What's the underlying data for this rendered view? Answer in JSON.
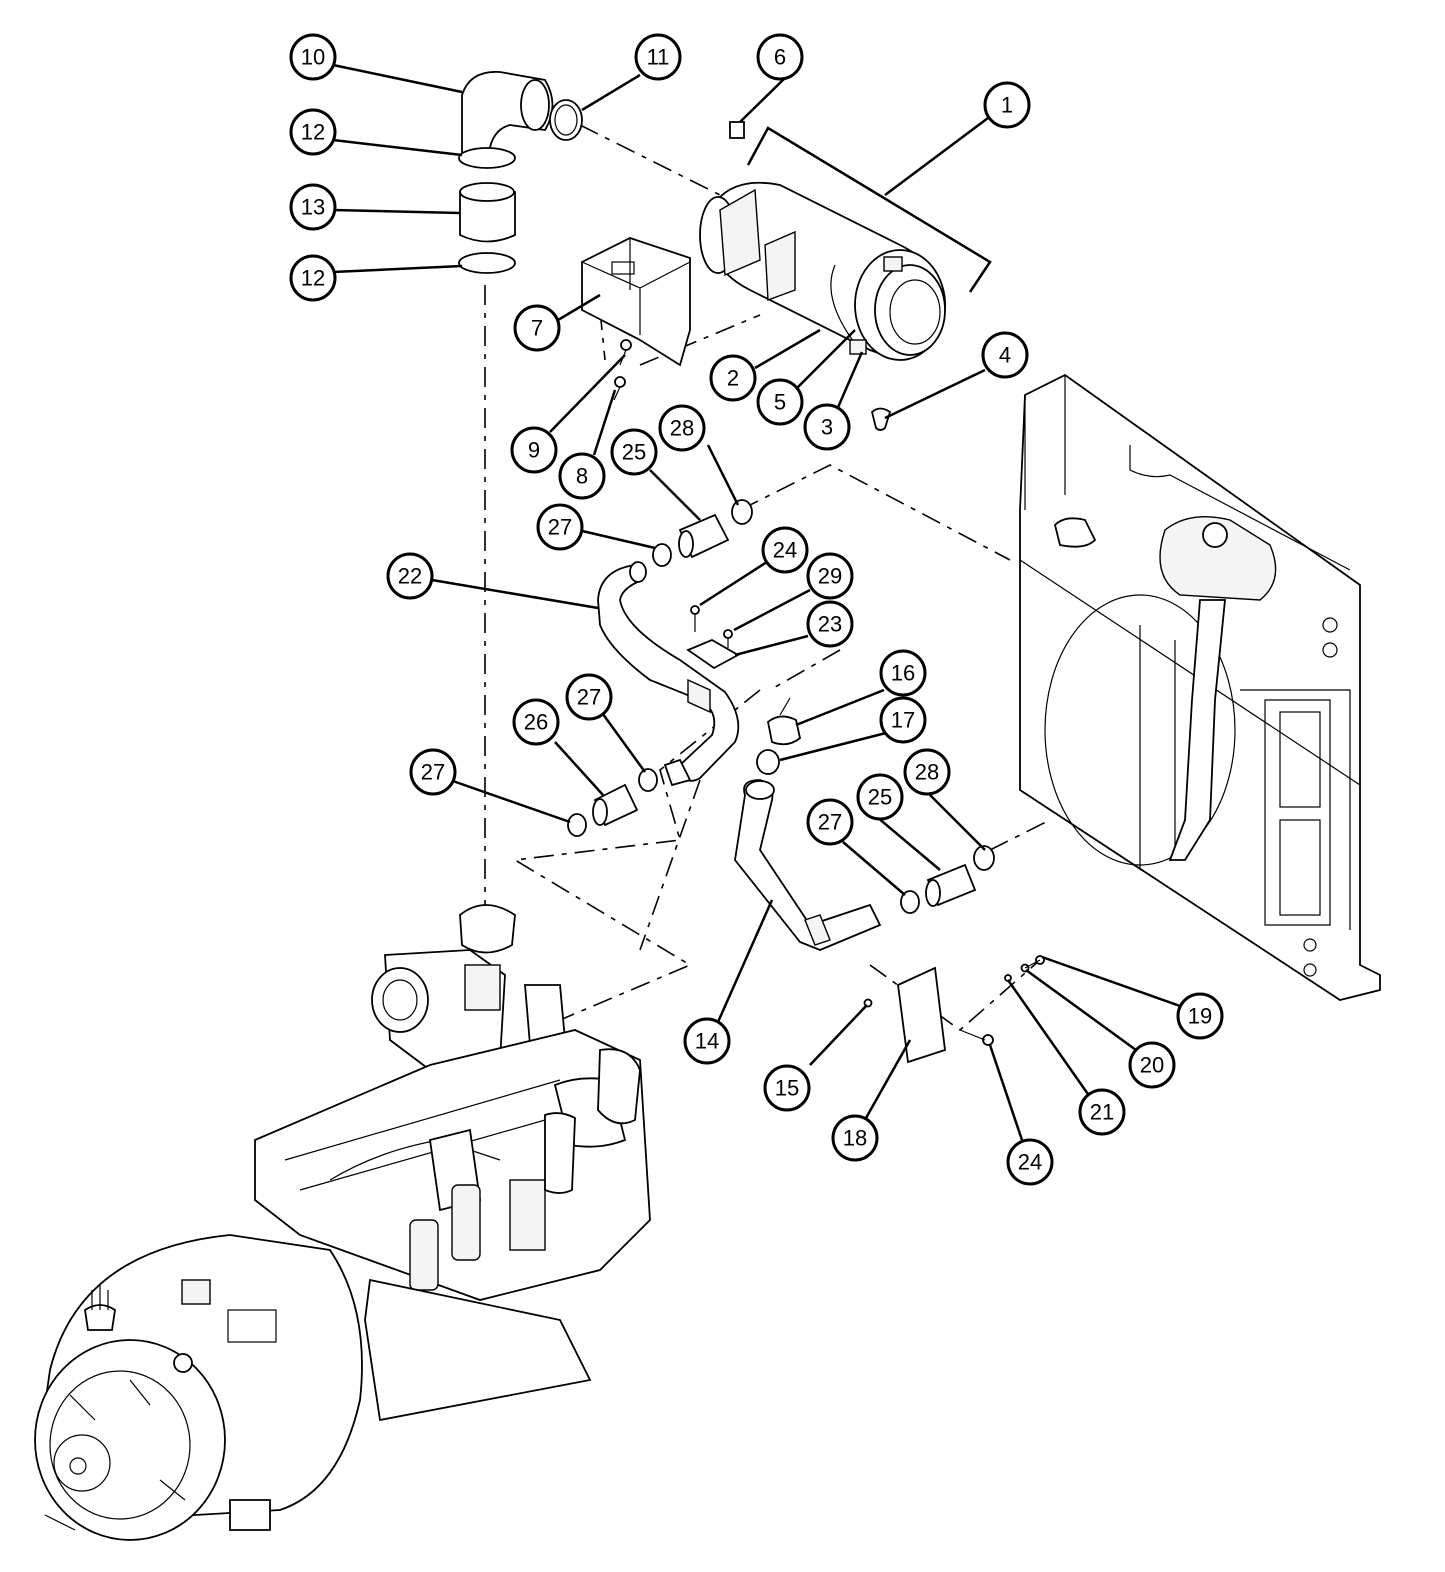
{
  "callouts": [
    {
      "id": "c1",
      "label": "1"
    },
    {
      "id": "c2",
      "label": "2"
    },
    {
      "id": "c3",
      "label": "3"
    },
    {
      "id": "c4",
      "label": "4"
    },
    {
      "id": "c5",
      "label": "5"
    },
    {
      "id": "c6",
      "label": "6"
    },
    {
      "id": "c7",
      "label": "7"
    },
    {
      "id": "c8",
      "label": "8"
    },
    {
      "id": "c9",
      "label": "9"
    },
    {
      "id": "c10",
      "label": "10"
    },
    {
      "id": "c11",
      "label": "11"
    },
    {
      "id": "c12a",
      "label": "12"
    },
    {
      "id": "c12b",
      "label": "12"
    },
    {
      "id": "c13",
      "label": "13"
    },
    {
      "id": "c14",
      "label": "14"
    },
    {
      "id": "c15",
      "label": "15"
    },
    {
      "id": "c16",
      "label": "16"
    },
    {
      "id": "c17",
      "label": "17"
    },
    {
      "id": "c18",
      "label": "18"
    },
    {
      "id": "c19",
      "label": "19"
    },
    {
      "id": "c20",
      "label": "20"
    },
    {
      "id": "c21",
      "label": "21"
    },
    {
      "id": "c22",
      "label": "22"
    },
    {
      "id": "c23",
      "label": "23"
    },
    {
      "id": "c24a",
      "label": "24"
    },
    {
      "id": "c24b",
      "label": "24"
    },
    {
      "id": "c25a",
      "label": "25"
    },
    {
      "id": "c25b",
      "label": "25"
    },
    {
      "id": "c26",
      "label": "26"
    },
    {
      "id": "c27a",
      "label": "27"
    },
    {
      "id": "c27b",
      "label": "27"
    },
    {
      "id": "c27c",
      "label": "27"
    },
    {
      "id": "c27d",
      "label": "27"
    },
    {
      "id": "c28a",
      "label": "28"
    },
    {
      "id": "c28b",
      "label": "28"
    },
    {
      "id": "c29",
      "label": "29"
    }
  ]
}
